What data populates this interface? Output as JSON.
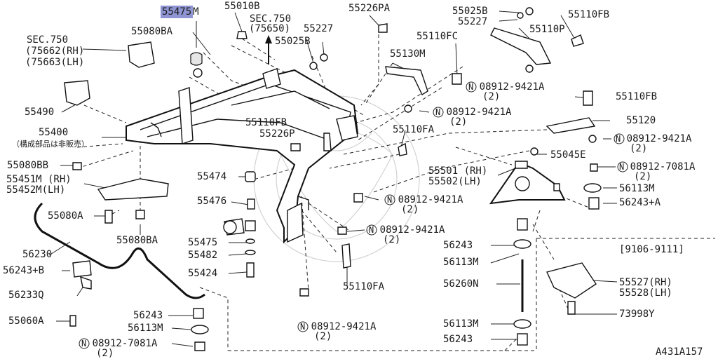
{
  "labels": {
    "p55475M_hl": "55475",
    "p55475M_tail": "M",
    "p55010B": "55010B",
    "sec750_a": "SEC.750",
    "sec750_b": "(75650)",
    "p55226PA": "55226PA",
    "p55025B_top": "55025B",
    "p55227_top": "55227",
    "p55110FB_top": "55110FB",
    "p55080BA_top": "55080BA",
    "p55227_mid": "55227",
    "p55025B_mid": "55025B",
    "p55110FC": "55110FC",
    "p55110P": "55110P",
    "sec750_l1": "SEC.750",
    "sec750_l2": "(75662(RH)",
    "sec750_l3": "(75663(LH)",
    "p55130M": "55130M",
    "n_0891_a": "08912-9421A",
    "n_0891_a_q": "(2)",
    "p55110FB_r": "55110FB",
    "p55490": "55490",
    "n_0891_b": "08912-9421A",
    "n_0891_b_q": "(2)",
    "p55120": "55120",
    "p55110FB_c": "55110FB",
    "p55226P": "55226P",
    "p55400": "55400",
    "p55400_note": "（構成部品は非販売）",
    "p55110FA_c": "55110FA",
    "n_0891_c": "08912-9421A",
    "n_0891_c_q": "(2)",
    "p55045E": "55045E",
    "p55080BB": "55080BB",
    "n_0891_d": "08912-7081A",
    "n_0891_d_q": "(2)",
    "p55451M": "55451M (RH)",
    "p55452M": "55452M(LH)",
    "p55474": "55474",
    "p55501": "55501 (RH)",
    "p55502": "55502(LH)",
    "p56113M_r": "56113M",
    "p55476": "55476",
    "n_0891_e": "08912-9421A",
    "n_0891_e_q": "(2)",
    "p56243A_r": "56243+A",
    "p55080A": "55080A",
    "n_0891_f": "08912-9421A",
    "n_0891_f_q": "(2)",
    "p55080BA_bot": "55080BA",
    "p55475": "55475",
    "p56243_c": "56243",
    "date_range": "[9106-9111]",
    "p56230": "56230",
    "p55482": "55482",
    "p56113M_c": "56113M",
    "p56243B": "56243+B",
    "p55424": "55424",
    "p55527": "55527(RH)",
    "p55528": "55528(LH)",
    "p56233Q": "56233Q",
    "p55110FA_b": "55110FA",
    "p56260N": "56260N",
    "p73998Y": "73998Y",
    "p56243_l": "56243",
    "p55060A": "55060A",
    "p56113M_c2": "56113M",
    "n_0891_g": "08912-9421A",
    "n_0891_g_q": "(2)",
    "p56113M_l": "56113M",
    "p56243_c2": "56243",
    "n_0891_h": "08912-7081A",
    "n_0891_h_q": "(2)",
    "fig_code": "A431A157"
  },
  "nut_marker": "N"
}
